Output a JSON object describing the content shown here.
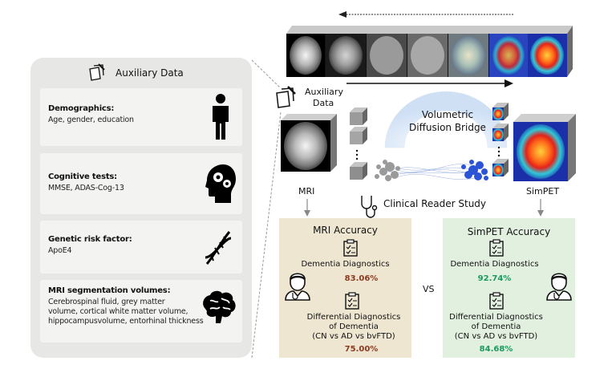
{
  "auxiliary": {
    "header": "Auxiliary Data",
    "cards": [
      {
        "title": "Demographics:",
        "body": [
          "Age, gender, education"
        ],
        "icon": "person-icon"
      },
      {
        "title": "Cognitive tests:",
        "body": [
          "MMSE, ADAS-Cog-13"
        ],
        "icon": "head-gears-icon"
      },
      {
        "title": "Genetic risk factor:",
        "body": [
          "ApoE4"
        ],
        "icon": "dna-icon"
      },
      {
        "title": "MRI segmentation volumes:",
        "body": [
          "Cerebrospinal fluid, grey matter",
          "volume, cortical white matter volume,",
          "hippocampusvolume, entorhinal thickness"
        ],
        "icon": "brain-icon"
      }
    ]
  },
  "pipeline": {
    "aux_label_line1": "Auxiliary",
    "aux_label_line2": "Data",
    "bridge_line1": "Volumetric",
    "bridge_line2": "Diffusion Bridge",
    "mri_label": "MRI",
    "simpet_label": "SimPET",
    "reader_study": "Clinical Reader Study",
    "vs": "VS"
  },
  "mri_accuracy": {
    "title": "MRI Accuracy",
    "dementia_label": "Dementia Diagnostics",
    "dementia_value": "83.06%",
    "diff_line1": "Differential Diagnostics",
    "diff_line2": "of Dementia",
    "diff_line3": "(CN vs AD vs bvFTD)",
    "diff_value": "75.00%"
  },
  "simpet_accuracy": {
    "title": "SimPET Accuracy",
    "dementia_label": "Dementia Diagnostics",
    "dementia_value": "92.74%",
    "diff_line1": "Differential Diagnostics",
    "diff_line2": "of Dementia",
    "diff_line3": "(CN vs AD vs bvFTD)",
    "diff_value": "84.68%"
  },
  "colors": {
    "mri_value": "#8b3a1e",
    "simpet_value": "#1a9a5c",
    "mri_panel": "#efe6d2",
    "simpet_panel": "#e2f0df"
  }
}
